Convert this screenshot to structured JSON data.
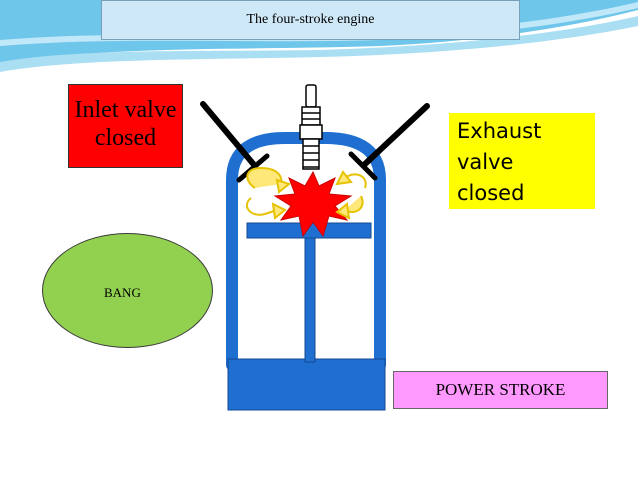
{
  "slide": {
    "title": "The four-stroke engine"
  },
  "inlet_label": {
    "lines": [
      "Inlet valve",
      "closed"
    ],
    "color": "#ff0000"
  },
  "exhaust_label": {
    "lines": [
      "Exhaust",
      "valve",
      "closed"
    ],
    "color": "#ffff00"
  },
  "stage_label": {
    "text": "BANG",
    "color": "#92d050"
  },
  "stroke_label": {
    "text": "POWER STROKE",
    "color": "#ff99ff"
  },
  "diagram": {
    "cylinder_color": "#1f6fd1",
    "explosion_color": "#ff0000",
    "gas_arrow_color": "#ffe87a"
  }
}
